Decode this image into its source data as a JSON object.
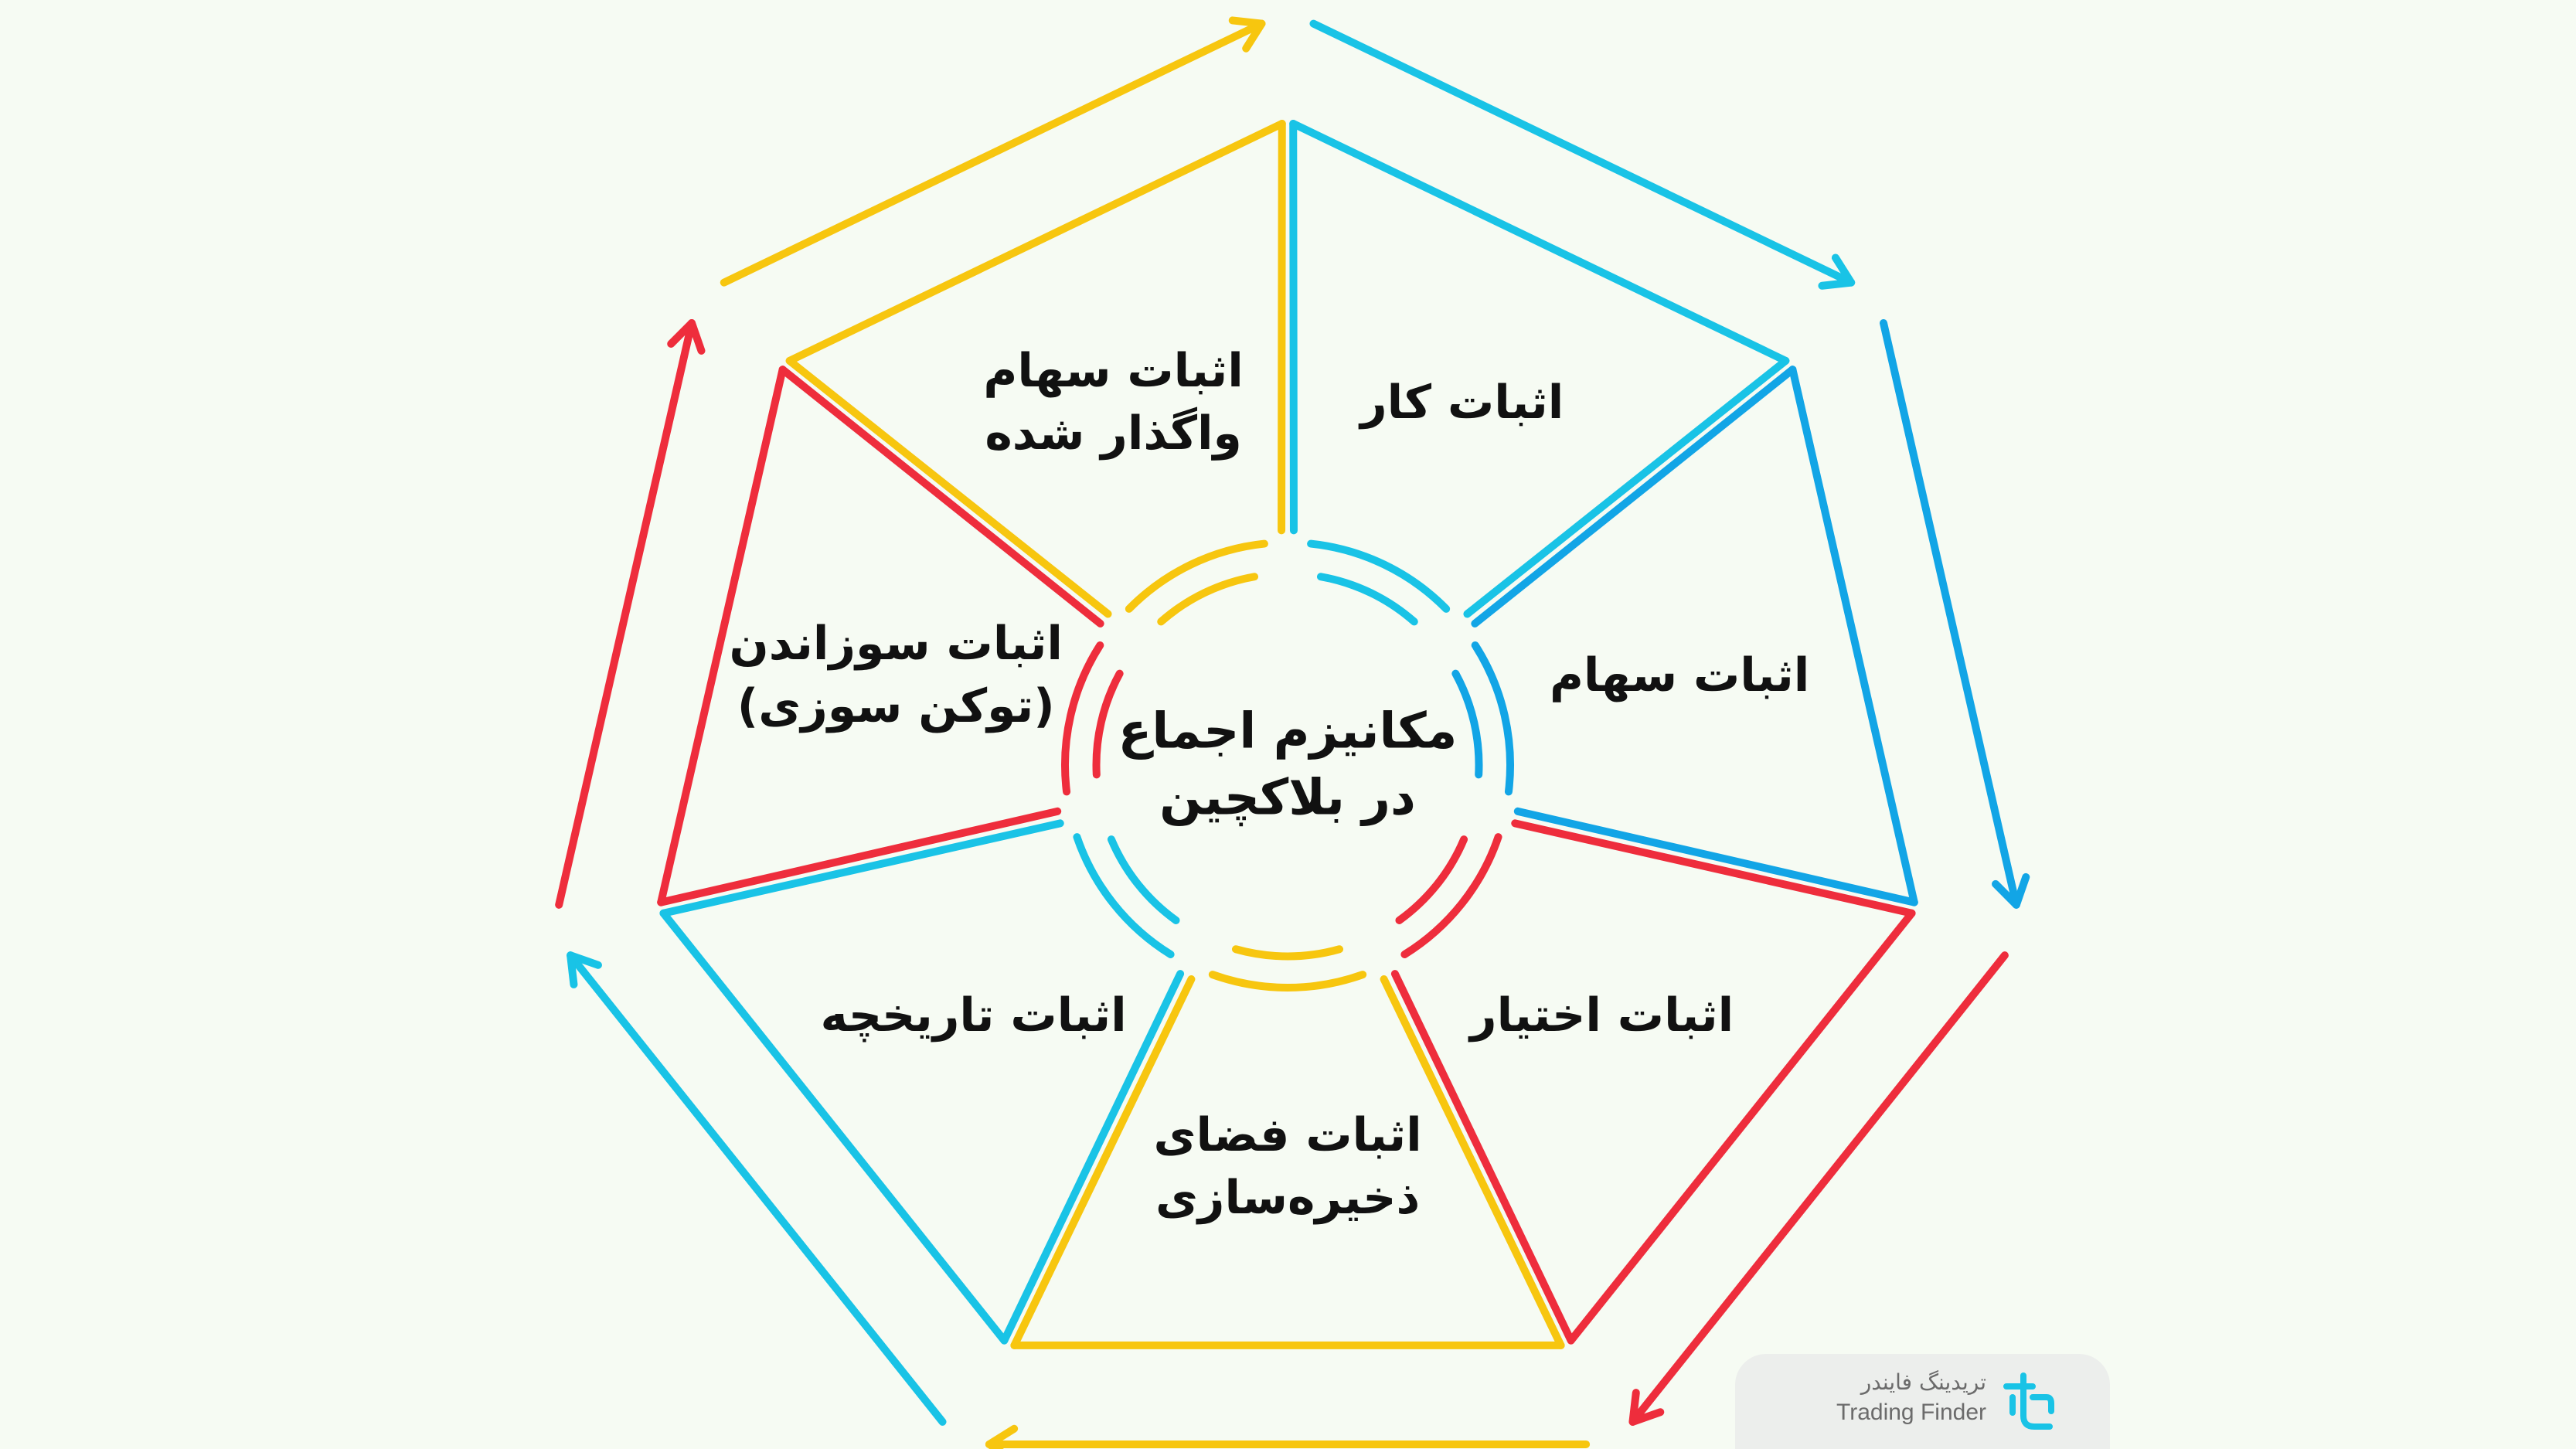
{
  "diagram": {
    "center": {
      "lines": [
        "مکانیزم اجماع",
        "در بلاکچین"
      ]
    },
    "segments": [
      {
        "lines": [
          "اثبات کار"
        ],
        "color": "#19c3e6"
      },
      {
        "lines": [
          "اثبات سهام"
        ],
        "color": "#12a5e6"
      },
      {
        "lines": [
          "اثبات اختیار"
        ],
        "color": "#ee2d3c"
      },
      {
        "lines": [
          "اثبات فضای",
          "ذخیره‌سازی"
        ],
        "color": "#f7c60f"
      },
      {
        "lines": [
          "اثبات تاریخچه"
        ],
        "color": "#19c3e6"
      },
      {
        "lines": [
          "اثبات سوزاندن",
          "(توکن سوزی)"
        ],
        "color": "#ee2d3c"
      },
      {
        "lines": [
          "اثبات سهام",
          "واگذار شده"
        ],
        "color": "#f7c60f"
      }
    ]
  },
  "brand": {
    "name_fa": "تریدینگ فایندر",
    "name_en": "Trading Finder",
    "logo_color": "#19c3e6",
    "icon": "trading-finder-logo-icon"
  }
}
